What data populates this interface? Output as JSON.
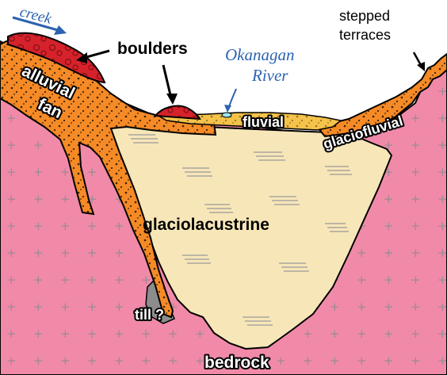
{
  "colors": {
    "bedrock": "#f08aa8",
    "glaciolacustrine": "#f7e6b8",
    "alluvial": "#f58a26",
    "fluvial": "#f5c24a",
    "boulders": "#d6222b",
    "till": "#8c8c8c",
    "river": "#9be6f2",
    "creek_label": "#2b63b0",
    "river_label": "#2b63b0"
  },
  "labels": {
    "creek": "creek",
    "boulders": "boulders",
    "river_line1": "Okanagan",
    "river_line2": "River",
    "terraces_line1": "stepped",
    "terraces_line2": "terraces",
    "alluvial_line1": "alluvial",
    "alluvial_line2": "fan",
    "fluvial": "fluvial",
    "glaciofluvial": "glaciofluvial",
    "glaciolacustrine": "glaciolacustrine",
    "till": "till ?",
    "bedrock": "bedrock"
  }
}
